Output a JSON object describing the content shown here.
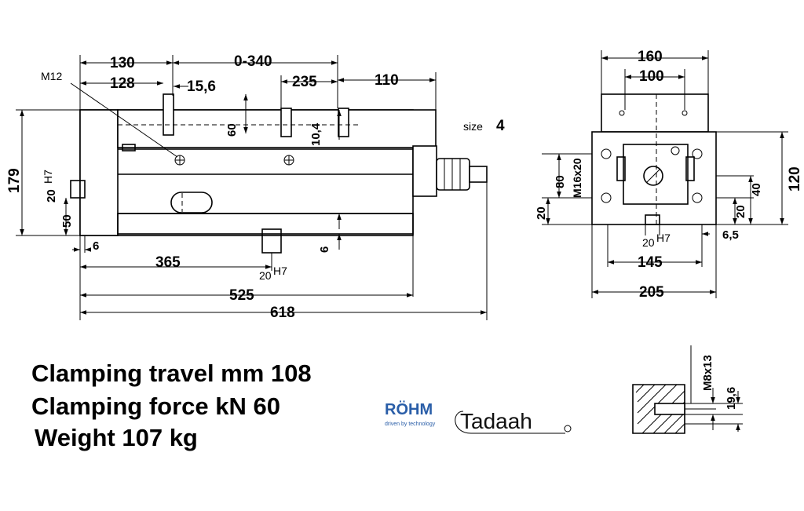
{
  "drawing": {
    "side_view": {
      "dims": {
        "d130": "130",
        "d0_340": "0-340",
        "d128": "128",
        "d15_6": "15,6",
        "d235": "235",
        "d110": "110",
        "d60": "60",
        "d10_4": "10,4",
        "d179": "179",
        "d20h7_left": "20",
        "d50": "50",
        "d6_left": "6",
        "d365": "365",
        "d20h7_bottom": "20",
        "d6_slot": "6",
        "d525": "525",
        "d618": "618"
      },
      "labels": {
        "m12": "M12",
        "h7": "H7",
        "size": "size",
        "size_value": "4"
      }
    },
    "front_view": {
      "dims": {
        "d160": "160",
        "d100": "100",
        "d120": "120",
        "d80": "80",
        "m16x20": "M16x20",
        "d20_left": "20",
        "d40": "40",
        "d20_right": "20",
        "d20h7": "20",
        "d6_5": "6,5",
        "d145": "145",
        "d205": "205"
      },
      "labels": {
        "h7": "H7"
      }
    },
    "detail_view": {
      "dims": {
        "m8x13": "M8x13",
        "d19_6": "19,6"
      }
    }
  },
  "specs": {
    "travel": "Clamping travel mm 108",
    "force": "Clamping force kN 60",
    "weight": "Weight 107 kg"
  },
  "logos": {
    "rohm": "RÖHM",
    "rohm_tagline": "driven by technology",
    "tadaah": "Tadaah",
    "rohm_color": "#2a5ea8"
  }
}
